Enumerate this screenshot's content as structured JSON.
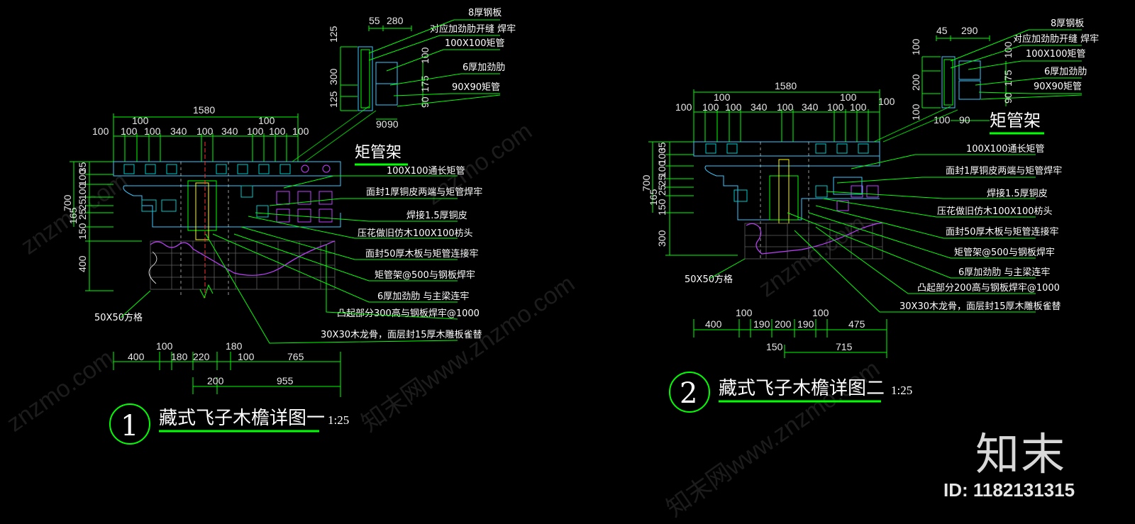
{
  "drawing_1": {
    "number": "1",
    "title": "藏式飞子木檐详图一",
    "scale": "1:25",
    "inset_title": "矩管架",
    "top_dims": [
      "1580",
      "100",
      "100",
      "100",
      "100",
      "100",
      "340",
      "100",
      "340",
      "100",
      "100",
      "100",
      "100"
    ],
    "left_dims": [
      "700",
      "35",
      "100",
      "165",
      "100",
      "25",
      "25",
      "150",
      "400"
    ],
    "inset_dims": [
      "55",
      "280",
      "125",
      "300",
      "125",
      "100",
      "175",
      "90",
      "90",
      "90"
    ],
    "inset_notes": [
      "8厚钢板",
      "对应加劲肋开缝  焊牢",
      "100X100矩管",
      "6厚加劲肋",
      "90X90矩管"
    ],
    "notes": [
      "100X100通长矩管",
      "面封1厚铜皮两端与矩管焊牢",
      "焊接1.5厚铜皮",
      "压花做旧仿木100X100枋头",
      "面封50厚木板与矩管连接牢",
      "矩管架@500与钢板焊牢",
      "6厚加劲肋  与主梁连牢",
      "凸起部分300高与钢板焊牢@1000",
      "30X30木龙骨，面层封15厚木雕板雀替"
    ],
    "grid_label": "50X50方格",
    "bottom_dims_row1": [
      "100",
      "180",
      "400",
      "180",
      "220",
      "100",
      "765"
    ],
    "bottom_dims_row2": [
      "200",
      "955"
    ]
  },
  "drawing_2": {
    "number": "2",
    "title": "藏式飞子木檐详图二",
    "scale": "1:25",
    "inset_title": "矩管架",
    "top_dims": [
      "1580",
      "100",
      "100",
      "100",
      "100",
      "100",
      "340",
      "100",
      "340",
      "100",
      "100",
      "100",
      "100"
    ],
    "left_dims": [
      "700",
      "35",
      "100",
      "165",
      "100",
      "25",
      "25",
      "150",
      "300"
    ],
    "inset_dims": [
      "45",
      "290",
      "100",
      "200",
      "100",
      "100",
      "175",
      "90",
      "100",
      "90"
    ],
    "inset_notes": [
      "8厚钢板",
      "对应加劲肋开缝  焊牢",
      "100X100矩管",
      "6厚加劲肋",
      "90X90矩管"
    ],
    "notes": [
      "100X100通长矩管",
      "面封1厚铜皮两端与矩管焊牢",
      "焊接1.5厚铜皮",
      "压花做旧仿木100X100枋头",
      "面封50厚木板与矩管连接牢",
      "矩管架@500与钢板焊牢",
      "6厚加劲肋  与主梁连牢",
      "凸起部分200高与钢板焊牢@1000",
      "30X30木龙骨，面层封15厚木雕板雀替"
    ],
    "grid_label": "50X50方格",
    "bottom_dims_row1": [
      "100",
      "100",
      "400",
      "190",
      "200",
      "190",
      "475"
    ],
    "bottom_dims_row2": [
      "150",
      "715"
    ]
  },
  "watermark": {
    "logo": "知末",
    "id": "ID: 1182131315",
    "diagonal": [
      "znzmo.com",
      "知末网www.znzmo.com"
    ]
  },
  "colors": {
    "background": "#000000",
    "line_green": "#00ff00",
    "text_white": "#ffffff",
    "dim_white": "#e8e8e8",
    "steel_blue": "#3cc8ff",
    "wood_cyan": "#00c8c8",
    "carving_magenta": "#c040ff",
    "section_yellow": "#ffff00",
    "center_red": "#ff3030"
  }
}
